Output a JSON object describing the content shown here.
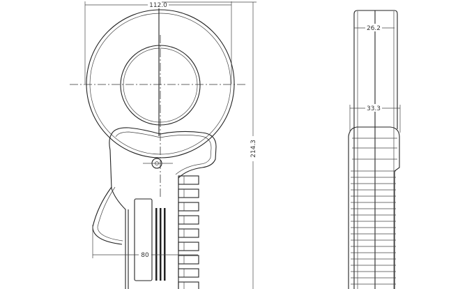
{
  "dimensions": {
    "outer_diameter": "112.0",
    "total_height": "214.3",
    "body_width": "80",
    "jaw_thickness": "26.2",
    "body_thickness": "33.3"
  }
}
